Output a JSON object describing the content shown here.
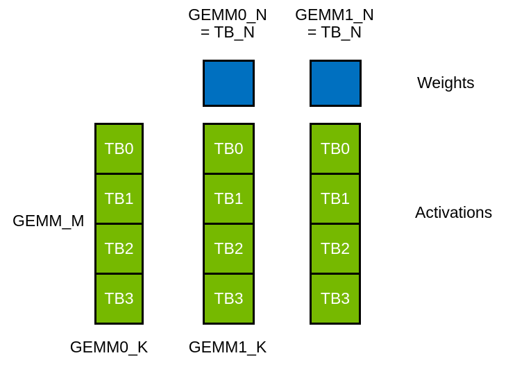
{
  "colors": {
    "canvas_bg": "#FFFFFF",
    "nvidia_green": "#76B900",
    "office_blue": "#0070C0",
    "outline": "#000000",
    "tb_text": "#FFFFFF",
    "label_text": "#000000"
  },
  "header_labels": [
    {
      "line1": "GEMM0_N",
      "line2": "= TB_N"
    },
    {
      "line1": "GEMM1_N",
      "line2": "= TB_N"
    }
  ],
  "right_labels": {
    "weights": "Weights",
    "activations": "Activations"
  },
  "left_labels": {
    "gemm_m": "GEMM_M"
  },
  "bottom_labels": {
    "gemm0_k": "GEMM0_K",
    "gemm1_k": "GEMM1_K"
  },
  "weight_tiles": [
    {
      "name": "GEMM0 weight tile"
    },
    {
      "name": "GEMM1 weight tile"
    }
  ],
  "columns": [
    {
      "blocks": [
        "TB0",
        "TB1",
        "TB2",
        "TB3"
      ]
    },
    {
      "blocks": [
        "TB0",
        "TB1",
        "TB2",
        "TB3"
      ]
    },
    {
      "blocks": [
        "TB0",
        "TB1",
        "TB2",
        "TB3"
      ]
    }
  ]
}
